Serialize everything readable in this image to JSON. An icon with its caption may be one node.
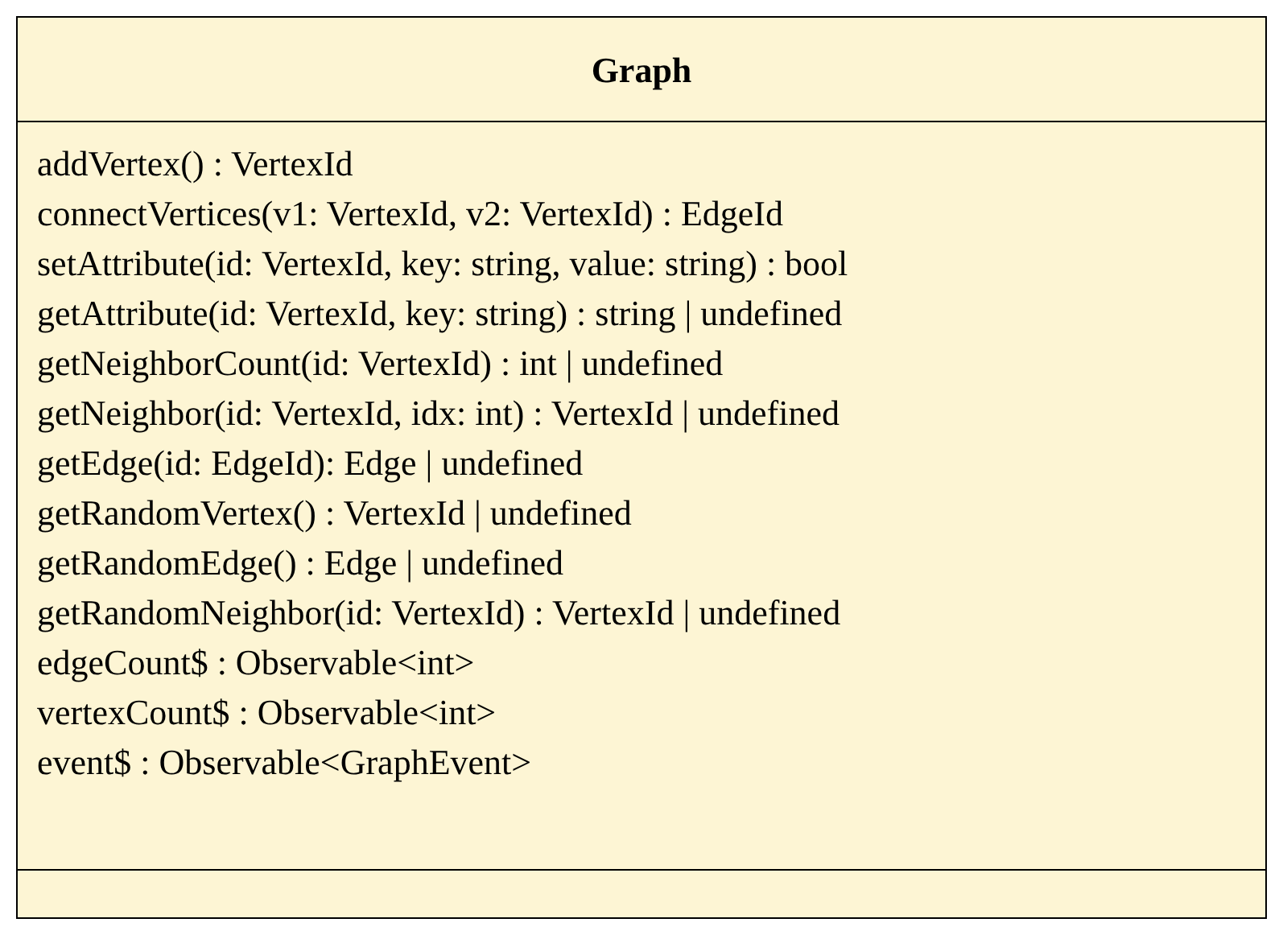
{
  "diagram": {
    "nodes": [
      {
        "text": [
          "Graph"
        ]
      },
      {
        "text": [
          "addVertex() : VertexId",
          "connectVertices(v1: VertexId, v2: VertexId) : EdgeId",
          "setAttribute(id: VertexId, key: string, value: string) : bool",
          "getAttribute(id: VertexId, key: string) : string | undefined",
          "getNeighborCount(id: VertexId) : int | undefined",
          "getNeighbor(id: VertexId, idx: int) : VertexId | undefined",
          "getEdge(id: EdgeId): Edge | undefined",
          "getRandomVertex() : VertexId | undefined",
          "getRandomEdge() : Edge | undefined",
          "getRandomNeighbor(id: VertexId) : VertexId | undefined",
          "edgeCount$ : Observable<int>",
          "vertexCount$ : Observable<int>",
          "event$ : Observable<GraphEvent>"
        ],
        "in": 0
      },
      {
        "text": [],
        "shape": "box",
        "in": 0
      }
    ]
  }
}
